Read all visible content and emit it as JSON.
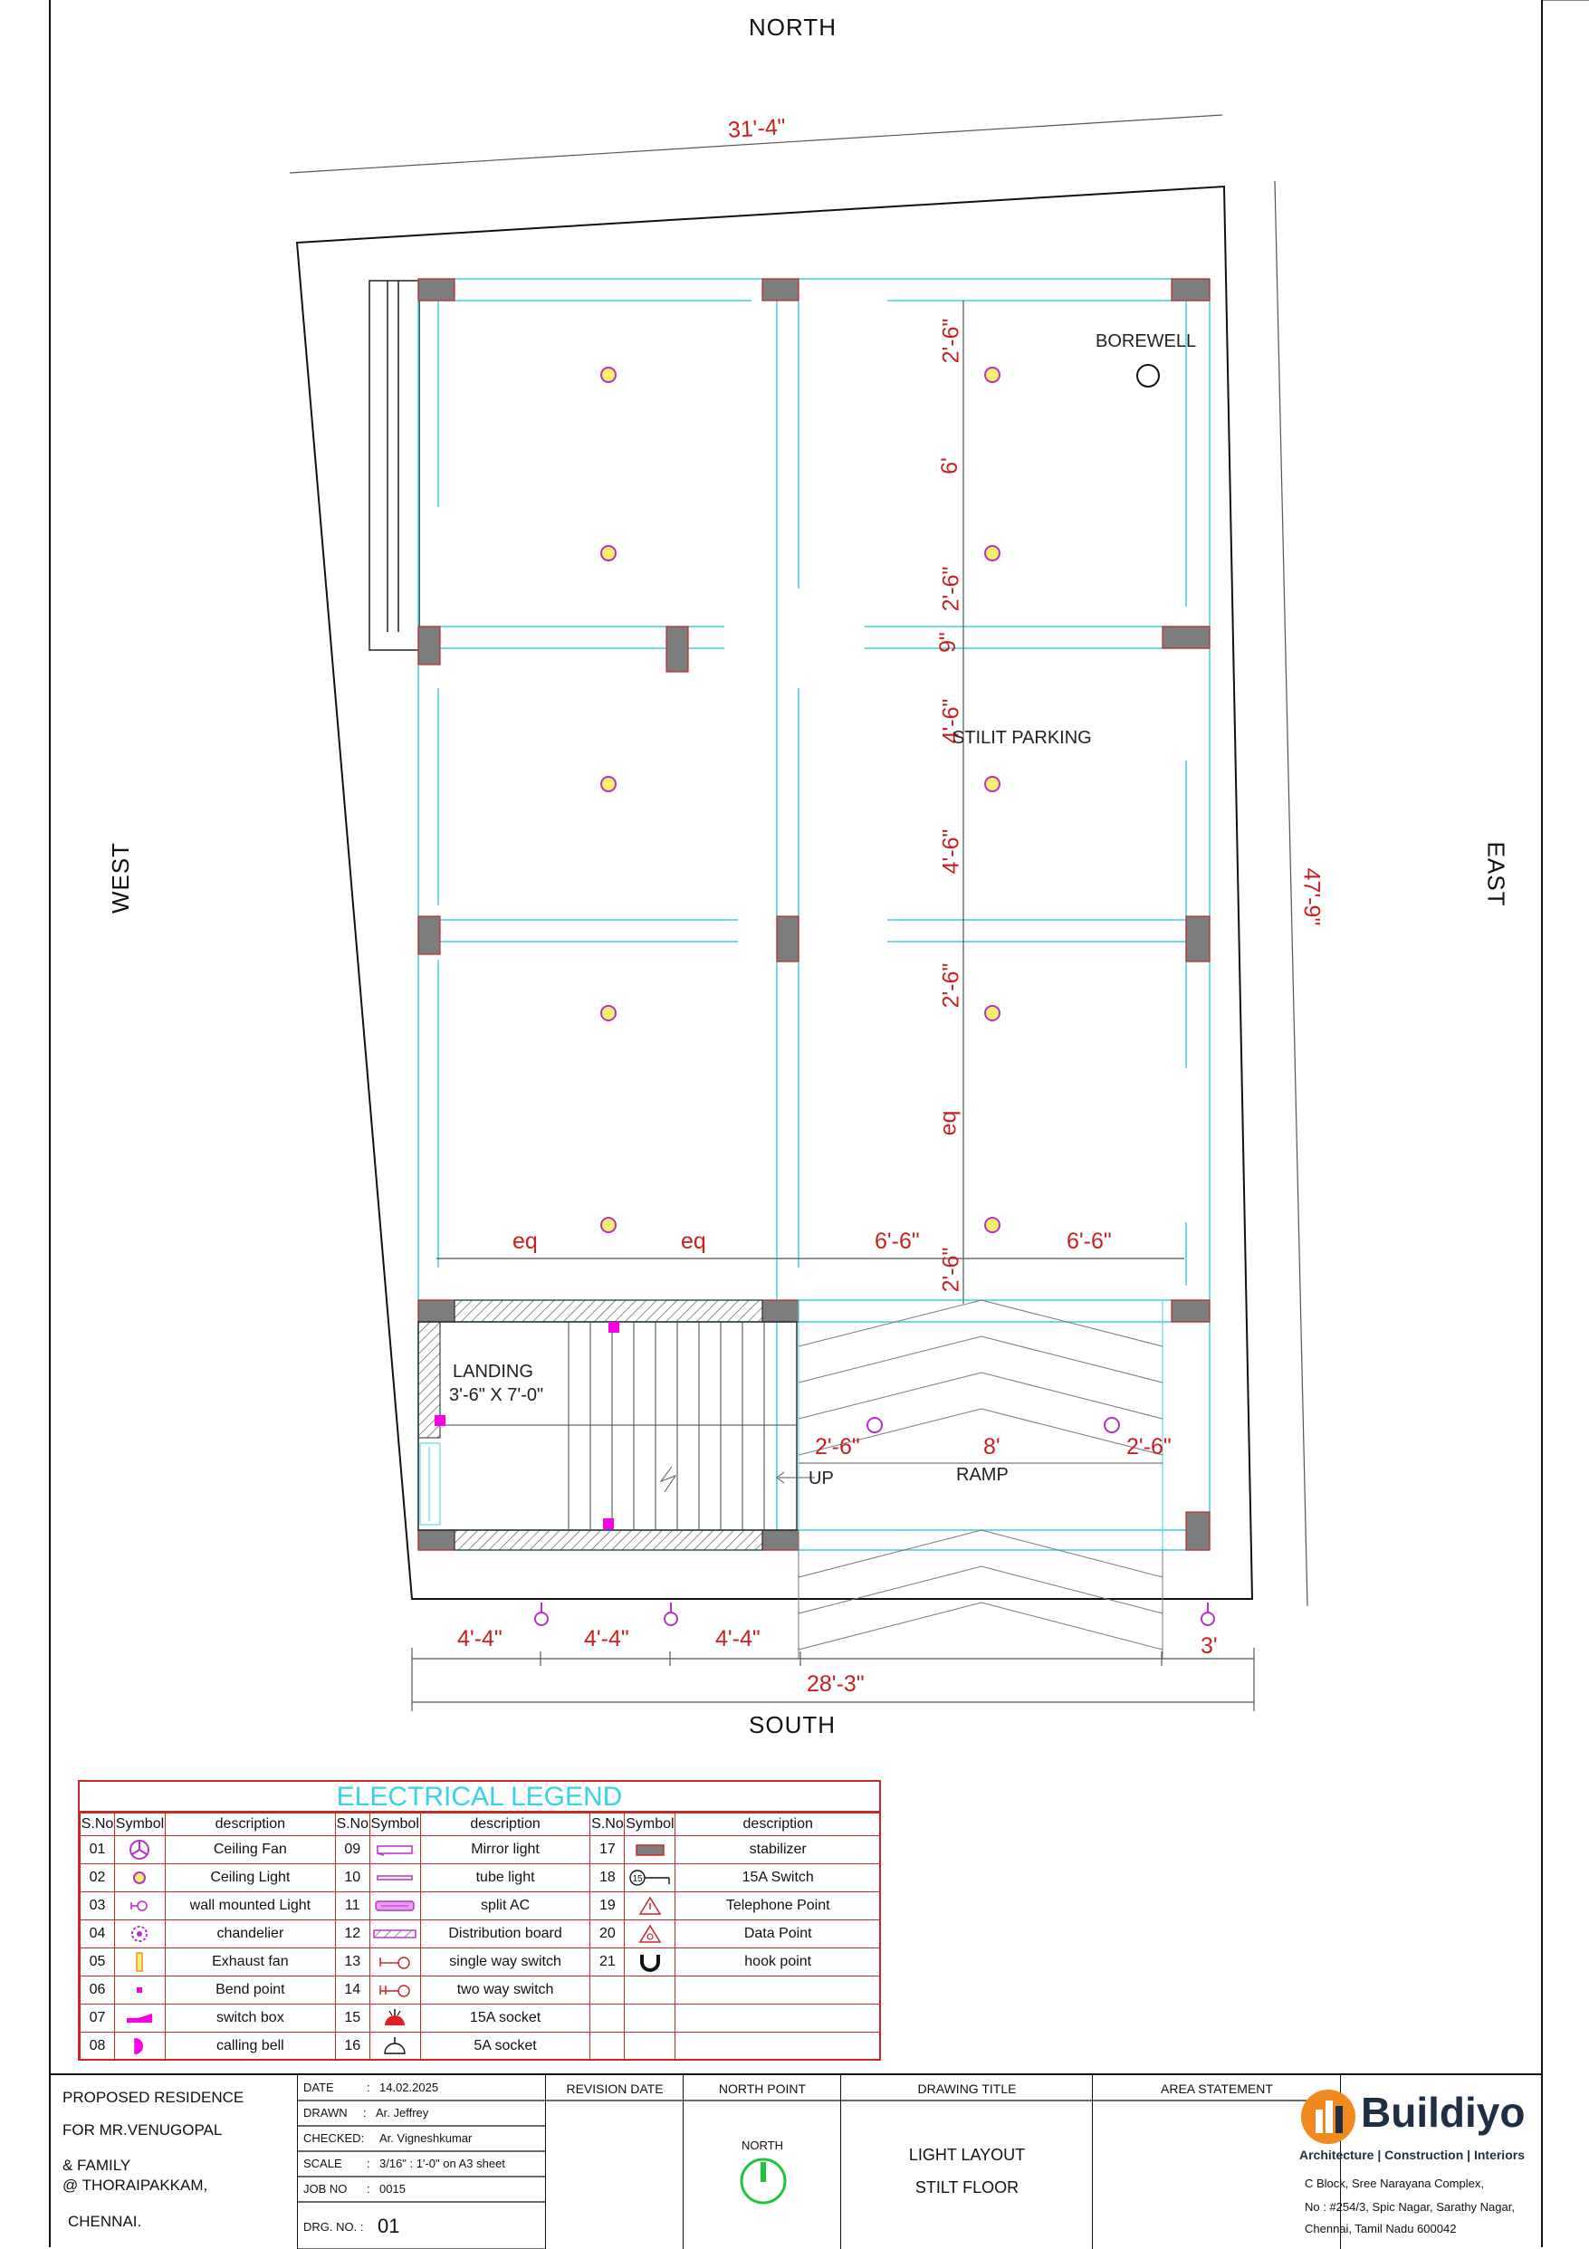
{
  "plan": {
    "directions": {
      "north": "NORTH",
      "south": "SOUTH",
      "east": "EAST",
      "west": "WEST"
    },
    "dimensions": {
      "top_overall": "31'-4\"",
      "east_overall": "47'-9\"",
      "south_overall": "28'-3\"",
      "south_seg1": "4'-4\"",
      "south_seg2": "4'-4\"",
      "south_seg3": "4'-4\"",
      "south_seg4": "3'",
      "v1": "2'-6\"",
      "v2": "6'",
      "v3": "2'-6\"",
      "v4": "9\"",
      "v5": "4'-6\"",
      "v6": "4'-6\"",
      "v7": "2'-6\"",
      "v8": "eq",
      "v9": "2'-6\"",
      "h_eq1": "eq",
      "h_eq2": "eq",
      "h_66a": "6'-6\"",
      "h_66b": "6'-6\"",
      "ramp_left": "2'-6\"",
      "ramp_mid": "8'",
      "ramp_right": "2'-6\""
    },
    "labels": {
      "borewell": "BOREWELL",
      "parking": "STILIT PARKING",
      "landing": "LANDING",
      "landing_size": "3'-6\" X 7'-0\"",
      "up": "UP",
      "ramp": "RAMP"
    }
  },
  "legend": {
    "title": "ELECTRICAL LEGEND",
    "headers": {
      "sno": "S.No",
      "symbol": "Symbol",
      "description": "description"
    },
    "col1": [
      {
        "no": "01",
        "desc": "Ceiling Fan",
        "icon": "ceiling-fan-icon"
      },
      {
        "no": "02",
        "desc": "Ceiling Light",
        "icon": "ceiling-light-icon"
      },
      {
        "no": "03",
        "desc": "wall mounted Light",
        "icon": "wall-light-icon"
      },
      {
        "no": "04",
        "desc": "chandelier",
        "icon": "chandelier-icon"
      },
      {
        "no": "05",
        "desc": "Exhaust fan",
        "icon": "exhaust-fan-icon"
      },
      {
        "no": "06",
        "desc": "Bend point",
        "icon": "bend-point-icon"
      },
      {
        "no": "07",
        "desc": "switch box",
        "icon": "switch-box-icon"
      },
      {
        "no": "08",
        "desc": "calling bell",
        "icon": "calling-bell-icon"
      }
    ],
    "col2": [
      {
        "no": "09",
        "desc": "Mirror light",
        "icon": "mirror-light-icon"
      },
      {
        "no": "10",
        "desc": "tube light",
        "icon": "tube-light-icon"
      },
      {
        "no": "11",
        "desc": "split AC",
        "icon": "split-ac-icon"
      },
      {
        "no": "12",
        "desc": "Distribution board",
        "icon": "distribution-board-icon"
      },
      {
        "no": "13",
        "desc": "single way switch",
        "icon": "single-way-switch-icon"
      },
      {
        "no": "14",
        "desc": "two way switch",
        "icon": "two-way-switch-icon"
      },
      {
        "no": "15",
        "desc": "15A socket",
        "icon": "socket-15a-icon"
      },
      {
        "no": "16",
        "desc": "5A socket",
        "icon": "socket-5a-icon"
      }
    ],
    "col3": [
      {
        "no": "17",
        "desc": "stabilizer",
        "icon": "stabilizer-icon"
      },
      {
        "no": "18",
        "desc": "15A Switch",
        "icon": "switch-15a-icon",
        "glyph": "15"
      },
      {
        "no": "19",
        "desc": "Telephone Point",
        "icon": "telephone-point-icon"
      },
      {
        "no": "20",
        "desc": "Data Point",
        "icon": "data-point-icon"
      },
      {
        "no": "21",
        "desc": "hook point",
        "icon": "hook-point-icon"
      }
    ]
  },
  "title_block": {
    "project": [
      "PROPOSED RESIDENCE",
      "FOR MR.VENUGOPAL",
      "& FAMILY",
      "@ THORAIPAKKAM,",
      "CHENNAI."
    ],
    "date_label": "DATE",
    "date_value": "14.02.2025",
    "drawn_label": "DRAWN",
    "drawn_value": "Ar. Jeffrey",
    "checked_label": "CHECKED:",
    "checked_value": "Ar. Vigneshkumar",
    "scale_label": "SCALE",
    "scale_value": "3/16\" : 1'-0\" on A3 sheet",
    "job_label": "JOB NO",
    "job_value": "0015",
    "drg_label": "DRG. NO. :",
    "drg_value": "01",
    "sep": ":",
    "revision_head": "REVISION DATE",
    "north_head": "NORTH POINT",
    "north_label": "NORTH",
    "drawing_head": "DRAWING TITLE",
    "drawing_title_1": "LIGHT LAYOUT",
    "drawing_title_2": "STILT FLOOR",
    "area_head": "AREA STATEMENT",
    "brand": "Buildiyo",
    "tagline": "Architecture | Construction | Interiors",
    "address": [
      "C Block, Sree Narayana Complex,",
      "No : #254/3, Spic Nagar, Sarathy Nagar,",
      "Chennai, Tamil Nadu 600042"
    ]
  },
  "colors": {
    "border": "#111111",
    "dimension": "#c8201d",
    "cyan_line": "#3fd0e0",
    "column": "#7d7d7d",
    "light_fill": "#f4ee6a",
    "light_ring": "#b431c8",
    "magenta": "#ff00e6",
    "legend_red": "#c62828",
    "brand_orange": "#f08a1e",
    "brand_navy": "#1e2f45",
    "north_green": "#1ec43a"
  }
}
